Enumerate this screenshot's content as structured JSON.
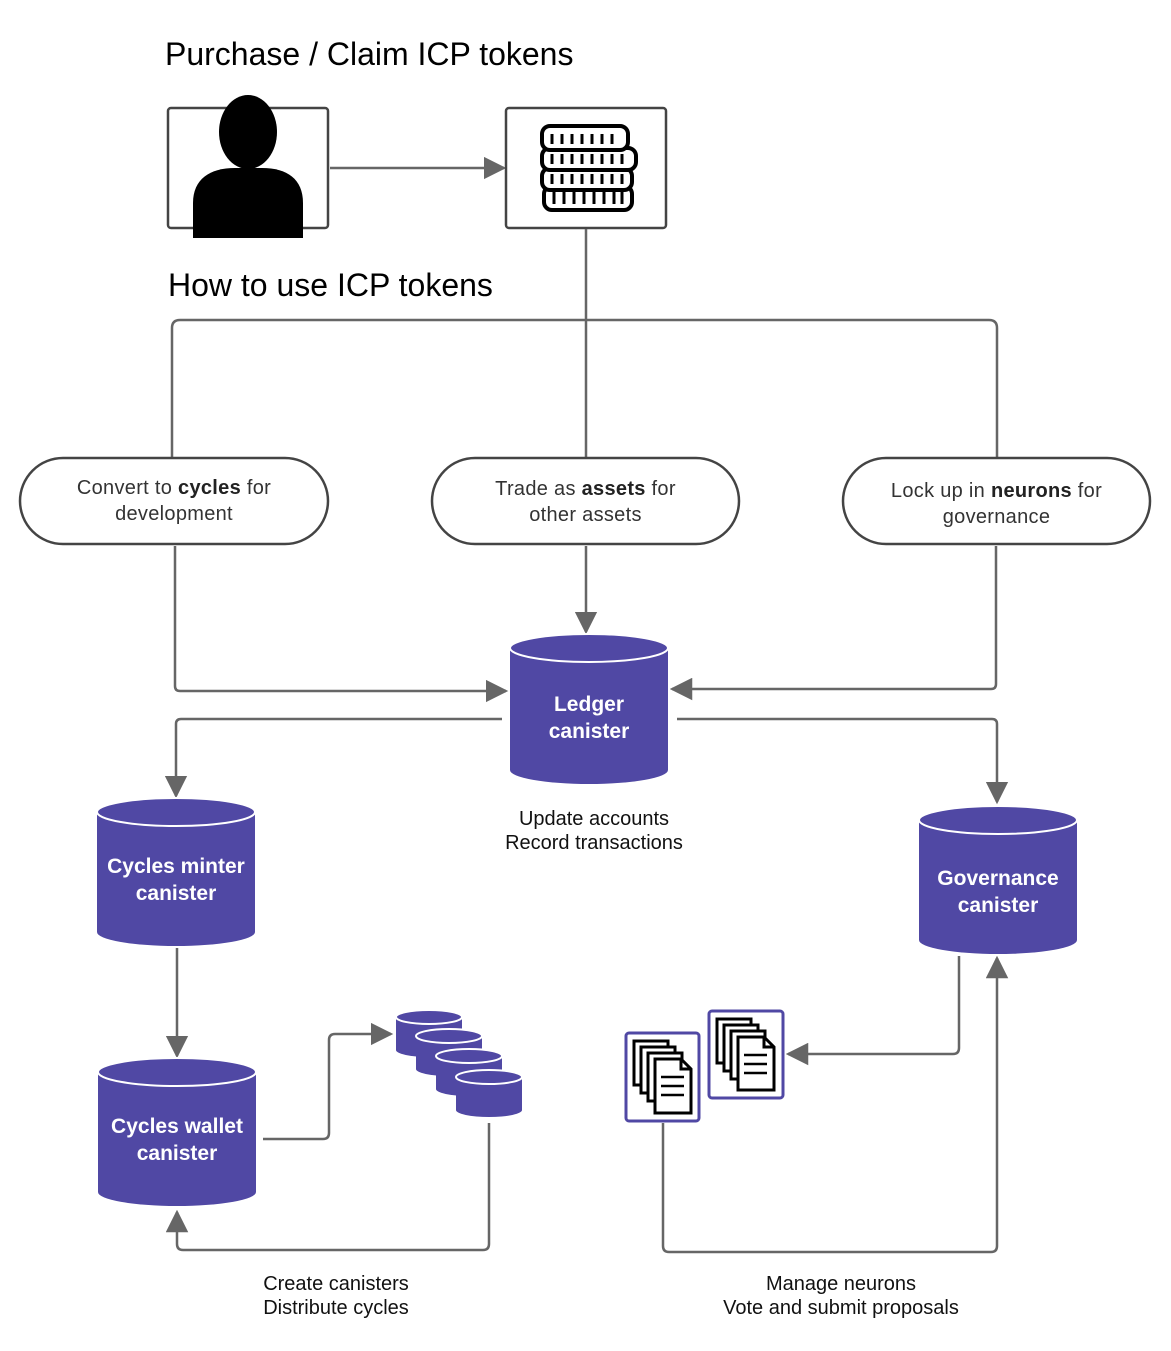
{
  "headings": {
    "purchase": "Purchase / Claim ICP tokens",
    "how_to_use": "How to use ICP tokens"
  },
  "icons": {
    "user": "person-icon",
    "tokens": "coins-icon",
    "proposals": "document-stack-icon",
    "canisters": "database-stack-icon"
  },
  "uses": {
    "cycles": {
      "pre": "Convert to ",
      "bold": "cycles",
      "post": " for",
      "line2": "development"
    },
    "assets": {
      "pre": "Trade as ",
      "bold": "assets",
      "post": " for",
      "line2": "other assets"
    },
    "neurons": {
      "pre": "Lock up in ",
      "bold": "neurons",
      "post": " for",
      "line2": "governance"
    }
  },
  "canisters": {
    "ledger": {
      "line1": "Ledger",
      "line2": "canister"
    },
    "cycles_minter": {
      "line1": "Cycles minter",
      "line2": "canister"
    },
    "cycles_wallet": {
      "line1": "Cycles wallet",
      "line2": "canister"
    },
    "governance": {
      "line1": "Governance",
      "line2": "canister"
    }
  },
  "captions": {
    "ledger": [
      "Update accounts",
      "Record transactions"
    ],
    "wallet": [
      "Create canisters",
      "Distribute cycles"
    ],
    "governance": [
      "Manage neurons",
      "Vote and submit proposals"
    ]
  },
  "colors": {
    "canister_fill": "#5048a4",
    "line": "#666666",
    "text": "#222222"
  }
}
